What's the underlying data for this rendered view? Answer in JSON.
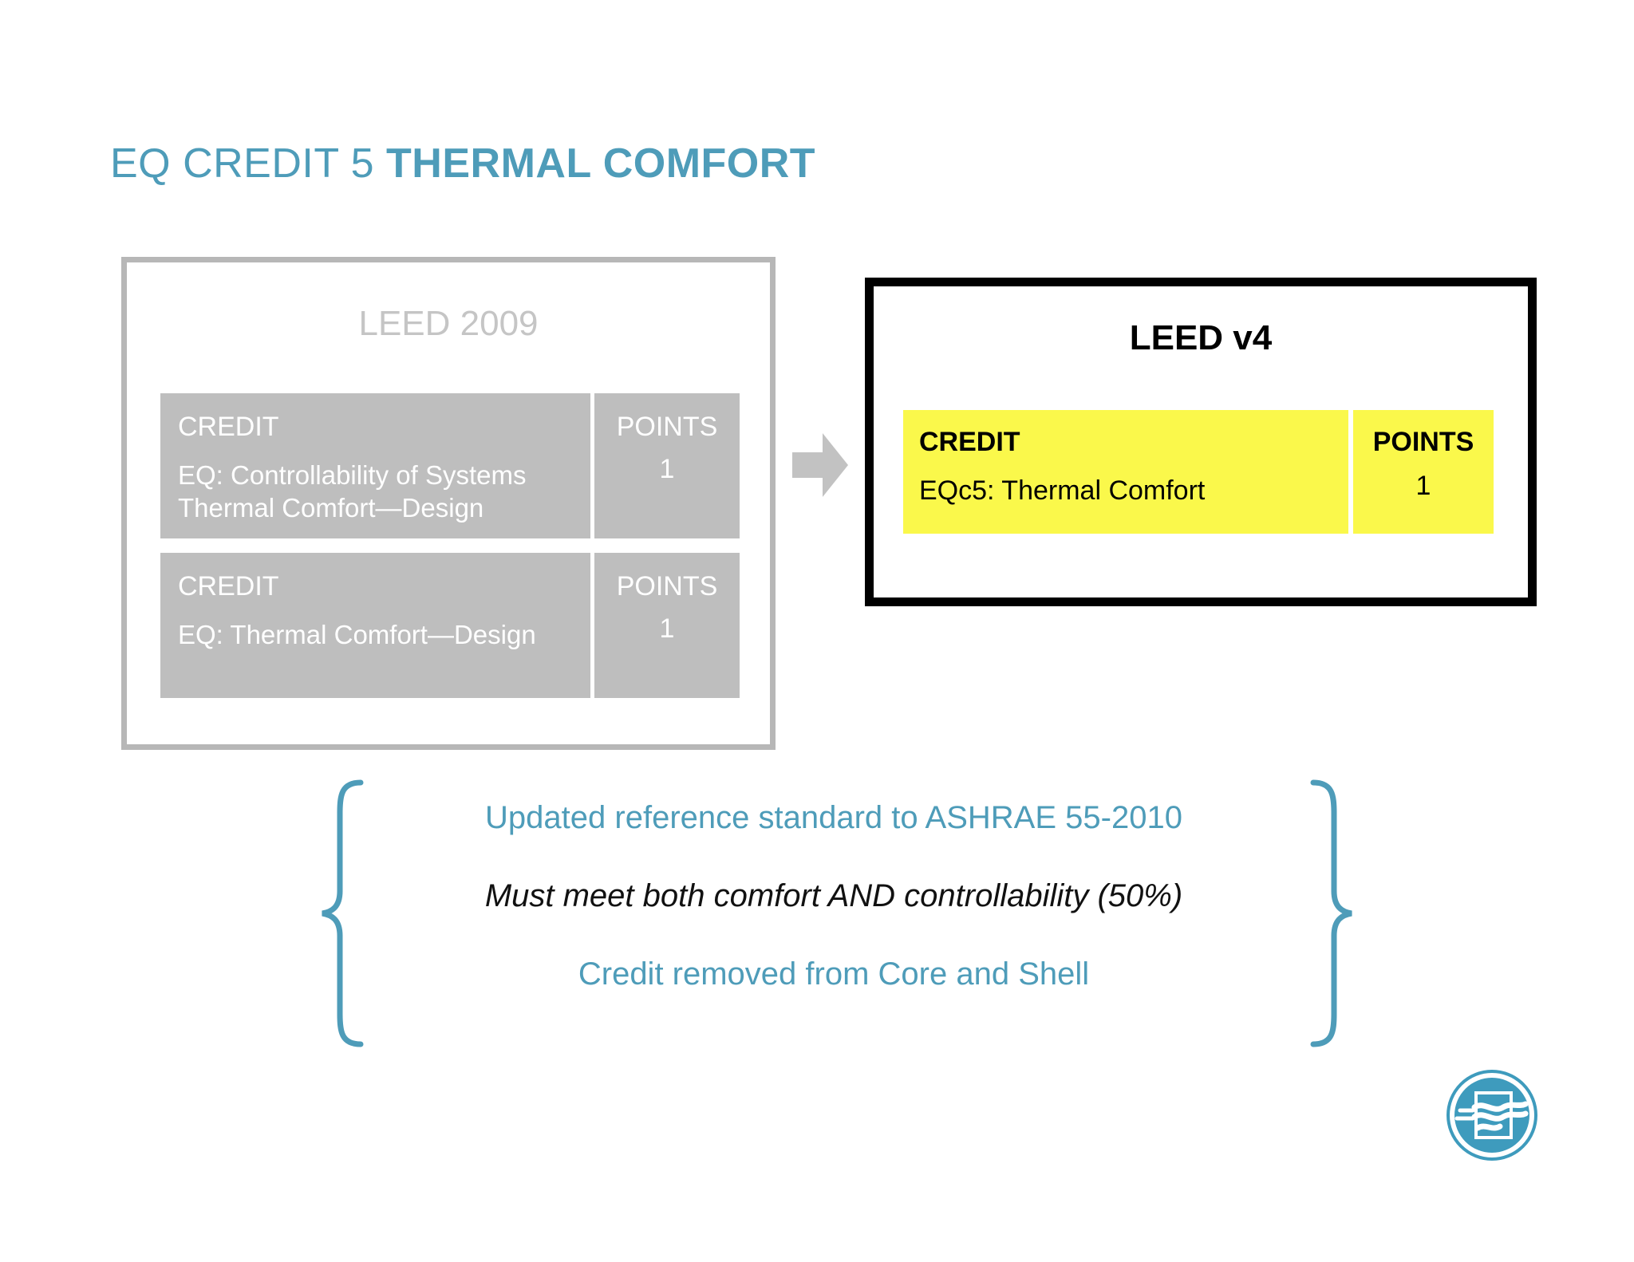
{
  "slide": {
    "title_light": "EQ CREDIT 5 ",
    "title_bold": "THERMAL COMFORT",
    "accent_color": "#4E9CB9",
    "highlight_color": "#FAF84B",
    "legacy_gray": "#BEBEBE",
    "border_gray": "#B7B7B7"
  },
  "legacy": {
    "heading": "LEED 2009",
    "rows": [
      {
        "credit_header": "CREDIT",
        "credit_line_1": "EQ: Controllability of Systems",
        "credit_line_2": "Thermal Comfort—Design",
        "points_header": "POINTS",
        "points_value": "1"
      },
      {
        "credit_header": "CREDIT",
        "credit_line_1": "EQ: Thermal Comfort—Design",
        "credit_line_2": "",
        "points_header": "POINTS",
        "points_value": "1"
      }
    ]
  },
  "v4": {
    "heading": "LEED v4",
    "row": {
      "credit_header": "CREDIT",
      "credit_value": "EQc5: Thermal Comfort",
      "points_header": "POINTS",
      "points_value": "1"
    }
  },
  "notes": [
    "Updated reference standard to ASHRAE 55-2010",
    "Must meet both comfort AND controllability (50%)",
    "Credit removed from Core and Shell"
  ],
  "icons": {
    "arrow": "right-arrow-icon",
    "brace_left": "left-curly-brace-icon",
    "brace_right": "right-curly-brace-icon",
    "logo": "air-quality-document-logo"
  }
}
